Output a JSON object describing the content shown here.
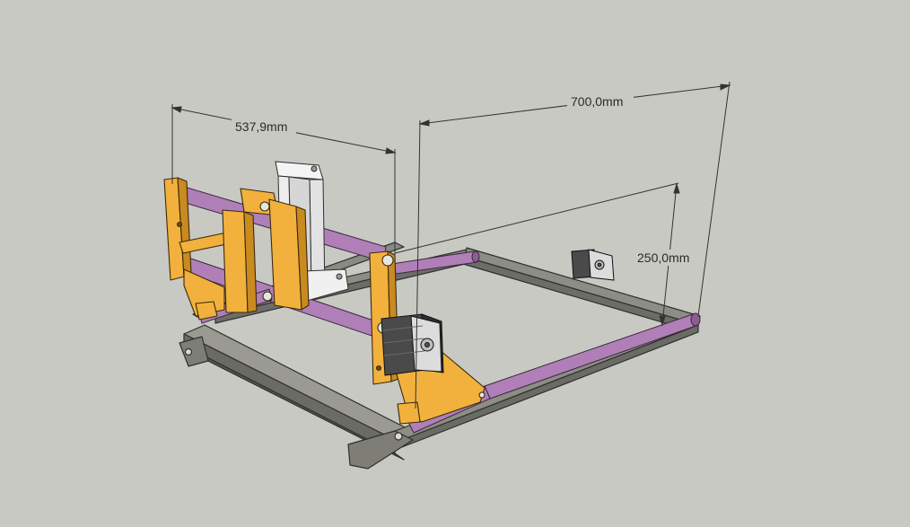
{
  "dimensions": {
    "width_label": "537,9mm",
    "length_label": "700,0mm",
    "height_label": "250,0mm"
  },
  "colors": {
    "background": "#c9c9c4",
    "frame_steel": "#8d8d86",
    "gantry_plate": "#f2b13c",
    "rod": "#b07fb8",
    "motor": "#3f3f3f",
    "z_axis": "#eeeeee",
    "dimension_line": "#333333"
  }
}
